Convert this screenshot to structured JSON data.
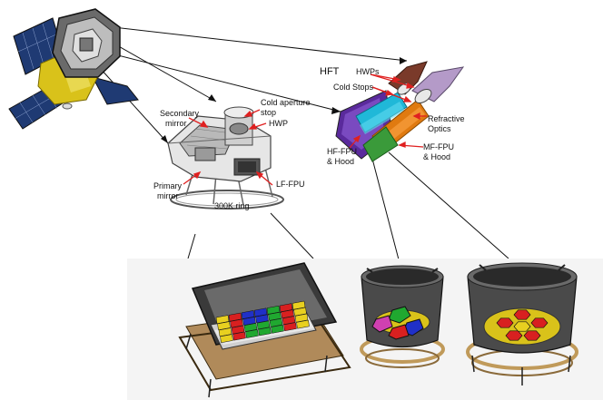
{
  "labels": {
    "secondary_mirror": [
      "Secondary",
      "mirror"
    ],
    "cold_aperture_stop": [
      "Cold aperture",
      "stop"
    ],
    "hwp": "HWP",
    "primary_mirror": [
      "Primary",
      "mirror"
    ],
    "lf_fpu": "LF-FPU",
    "ring_300k": "300K ring",
    "hft": "HFT",
    "hwps": "HWPs",
    "cold_stops": "Cold Stops",
    "refractive_optics": [
      "Refractive",
      "Optics"
    ],
    "hf_fpu": [
      "HF-FPU",
      "& Hood"
    ],
    "mf_fpu": [
      "MF-FPU",
      "& Hood"
    ]
  },
  "colors": {
    "leader_line": "#111111",
    "callout_arrow": "#e02020",
    "solar_panel": "#1f3a73",
    "gold_foil": "#d9c21a",
    "hood_grey": "#4a4a4a",
    "hf_hood": "#5a2a9c",
    "hf_tube": "#20b8d8",
    "mf_tube": "#e07a10",
    "mf_hood": "#3a9a3a",
    "hwp_dark": "#7a3a2a",
    "hwp_light": "#b49ac8",
    "module_red": "#d82020",
    "module_blue": "#2030c8",
    "module_green": "#20a830",
    "module_yellow": "#e8d020",
    "module_pink": "#d040b0",
    "ring_brass": "#c09a5a"
  },
  "icons": {
    "satellite": "satellite-icon",
    "lft": "low-frequency-telescope-icon",
    "hft": "high-frequency-telescope-icon"
  }
}
